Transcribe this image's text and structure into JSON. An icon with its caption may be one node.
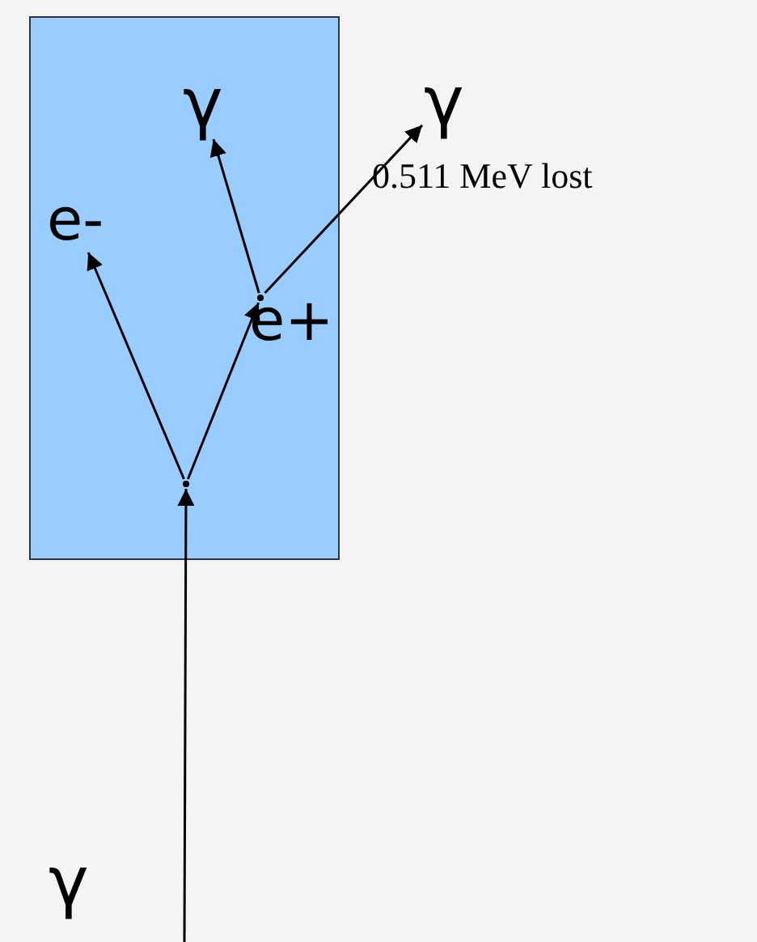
{
  "diagram": {
    "nodes": [
      {
        "text": [],
        "shape": "box"
      },
      {
        "text": [
          "γ"
        ],
        "in": 0
      },
      {
        "text": [
          "γ"
        ],
        "beside": [
          "0.511 MeV lost"
        ]
      },
      {
        "text": [
          "e-"
        ],
        "in": 0
      },
      {
        "text": [
          "e+"
        ],
        "in": 0
      },
      {
        "text": [],
        "shape": "point",
        "in": 0
      },
      {
        "text": [],
        "shape": "point",
        "in": 0
      }
    ],
    "edges": [
      {
        "from": null,
        "to": 6,
        "arrow": "to"
      },
      {
        "from": 6,
        "to": 3,
        "arrow": "to"
      },
      {
        "from": 6,
        "to": 5,
        "arrow": "to"
      },
      {
        "from": 5,
        "to": 1,
        "arrow": "to"
      },
      {
        "from": 5,
        "to": 2,
        "arrow": "to"
      }
    ],
    "labels": [
      "γ"
    ]
  }
}
